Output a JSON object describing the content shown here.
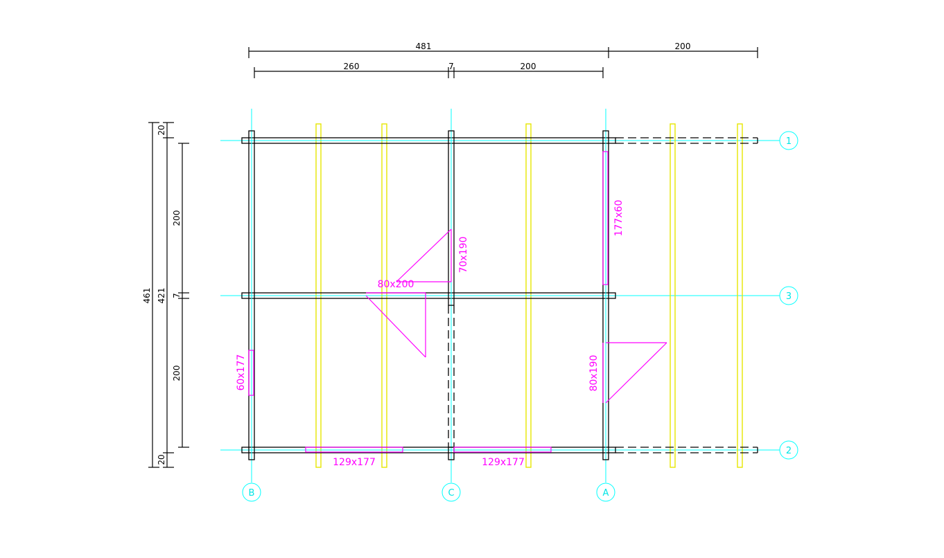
{
  "dimensions": {
    "top_total": "481",
    "top_right": "200",
    "top_left": "260",
    "top_mid": "7",
    "top_midright": "200",
    "left_total": "461",
    "left_inner": "421",
    "left_top": "20",
    "left_upper": "200",
    "left_mid": "7",
    "left_lower": "200",
    "left_bottom": "20"
  },
  "axes": {
    "row_top": "1",
    "row_mid": "3",
    "row_bottom": "2",
    "col_left": "B",
    "col_mid": "C",
    "col_right": "A"
  },
  "openings": {
    "door_mid_upper": "70x190",
    "door_mid_left": "80x200",
    "window_right_upper": "177x60",
    "window_left_lower": "60x177",
    "door_right_lower": "80x190",
    "window_bottom_left": "129x177",
    "window_bottom_right": "129x177"
  },
  "colors": {
    "axis": "#00ffff",
    "wall": "#000000",
    "beam": "#e6e600",
    "opening": "#ff00ff"
  }
}
